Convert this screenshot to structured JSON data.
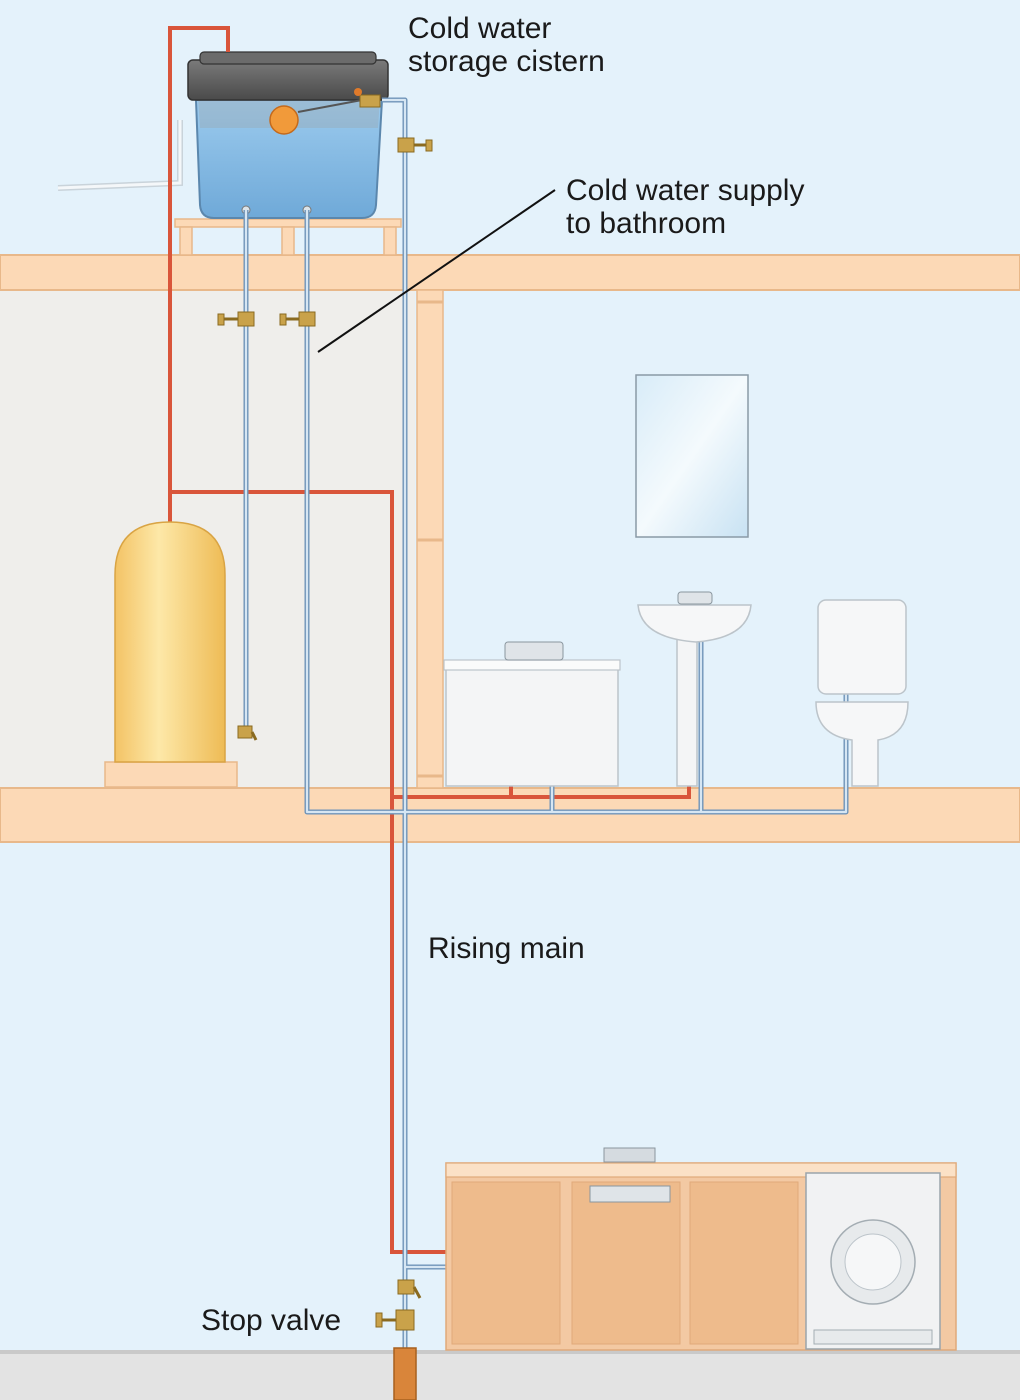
{
  "labels": {
    "cistern": {
      "line1": "Cold water",
      "line2": "storage cistern"
    },
    "bathroom_supply": {
      "line1": "Cold water supply",
      "line2": "to bathroom"
    },
    "rising_main": "Rising main",
    "stop_valve": "Stop valve"
  },
  "colors": {
    "background": "#e4f2fb",
    "wall_grey": "#efeeeb",
    "timber": "#fcd9b6",
    "timber_edge": "#e8b88a",
    "hot_pipe": "#d9553a",
    "cold_pipe": "#8fb3d4",
    "cistern_body": "#8ec0e8",
    "cistern_lid": "#5c5c5c",
    "cylinder": "#fbd98a",
    "ceramic": "#f4f5f6",
    "cabinet": "#f3c9a3",
    "fitting_brass": "#c9a24a"
  }
}
